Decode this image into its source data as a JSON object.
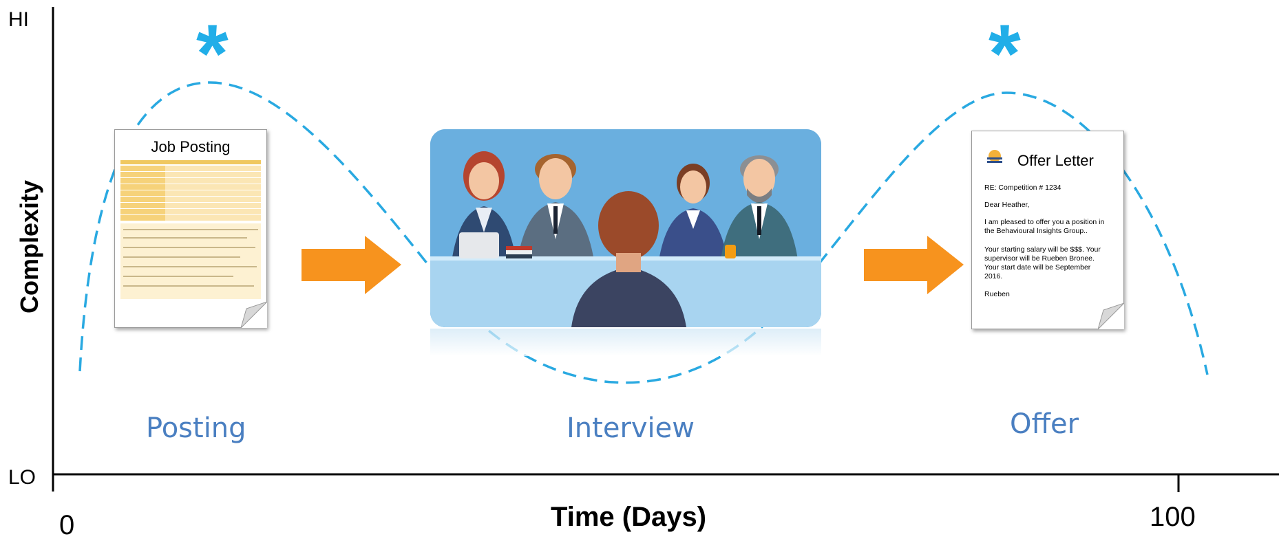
{
  "axes": {
    "y_label": "Complexity",
    "y_top": "HI",
    "y_bottom": "LO",
    "x_label": "Time (Days)",
    "x_start": "0",
    "x_end": "100"
  },
  "stages": [
    {
      "label": "Posting"
    },
    {
      "label": "Interview"
    },
    {
      "label": "Offer"
    }
  ],
  "markers": {
    "asterisk": "*"
  },
  "job_posting": {
    "title": "Job Posting"
  },
  "offer_letter": {
    "title": "Offer Letter",
    "re": "RE: Competition # 1234",
    "greeting": "Dear Heather,",
    "para1": "I am pleased to offer you a position in the Behavioural Insights Group..",
    "para2": "Your starting salary will be $$$. Your supervisor will be Rueben Bronee. Your start date will be September 2016.",
    "signature": "Rueben"
  },
  "colors": {
    "curve": "#29a9e1",
    "asterisk": "#21aee8",
    "arrow": "#f7931e",
    "stage_label": "#4a7fc1",
    "axis": "#000000"
  }
}
